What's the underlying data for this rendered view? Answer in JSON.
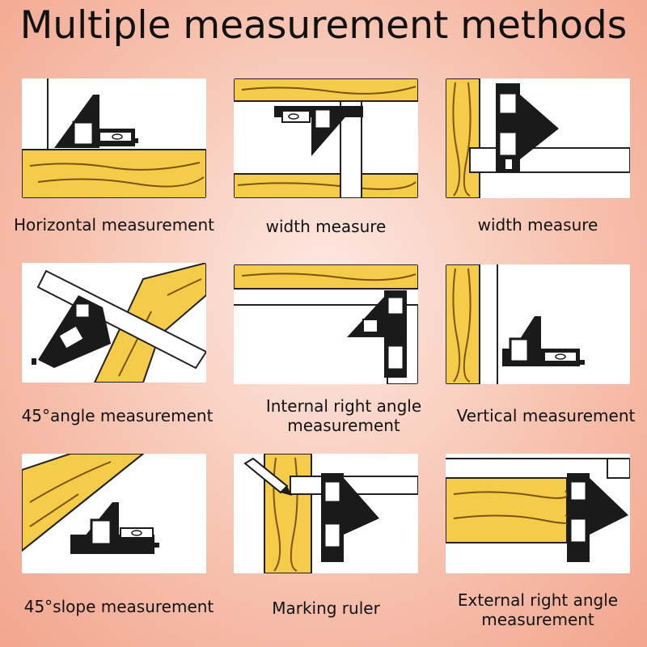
{
  "title": "Multiple measurement methods",
  "colors": {
    "wood": "#f5cc4a",
    "wood_dark": "#d99a19",
    "tool": "#1a1a1a",
    "panel": "#ffffff",
    "background_center": "#fde9e3",
    "background_edge": "#f2a58e"
  },
  "methods": [
    {
      "caption": "Horizontal measurement"
    },
    {
      "caption": "width measure"
    },
    {
      "caption": "width measure"
    },
    {
      "caption": "45°angle measurement"
    },
    {
      "caption": "Internal right angle measurement"
    },
    {
      "caption": "Vertical measurement"
    },
    {
      "caption": "45°slope measurement"
    },
    {
      "caption": "Marking ruler"
    },
    {
      "caption": "External right angle measurement"
    }
  ]
}
